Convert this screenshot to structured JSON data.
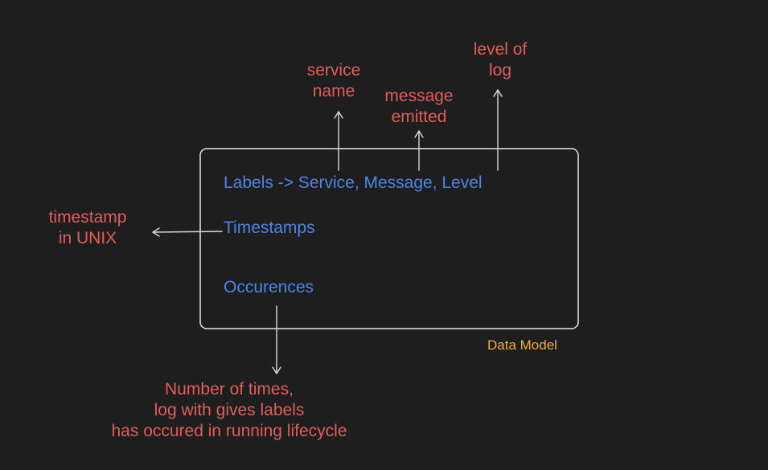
{
  "diagram": {
    "box_caption": "Data Model",
    "fields": {
      "labels": "Labels -> Service, Message, Level",
      "timestamps": "Timestamps",
      "occurences": "Occurences"
    },
    "annotations": {
      "service_name": [
        "service",
        "name"
      ],
      "message_emitted": [
        "message",
        "emitted"
      ],
      "level_of_log": [
        "level of",
        "log"
      ],
      "timestamp_unix": [
        "timestamp",
        "in UNIX"
      ],
      "occurences_note": [
        "Number of times,",
        "log with gives labels",
        "has occured in running lifecycle"
      ]
    },
    "colors": {
      "background": "#1e1e1e",
      "annotation": "#e35b5b",
      "field": "#4a86e8",
      "caption": "#f0ad3c",
      "stroke": "#e6e6e6"
    }
  }
}
